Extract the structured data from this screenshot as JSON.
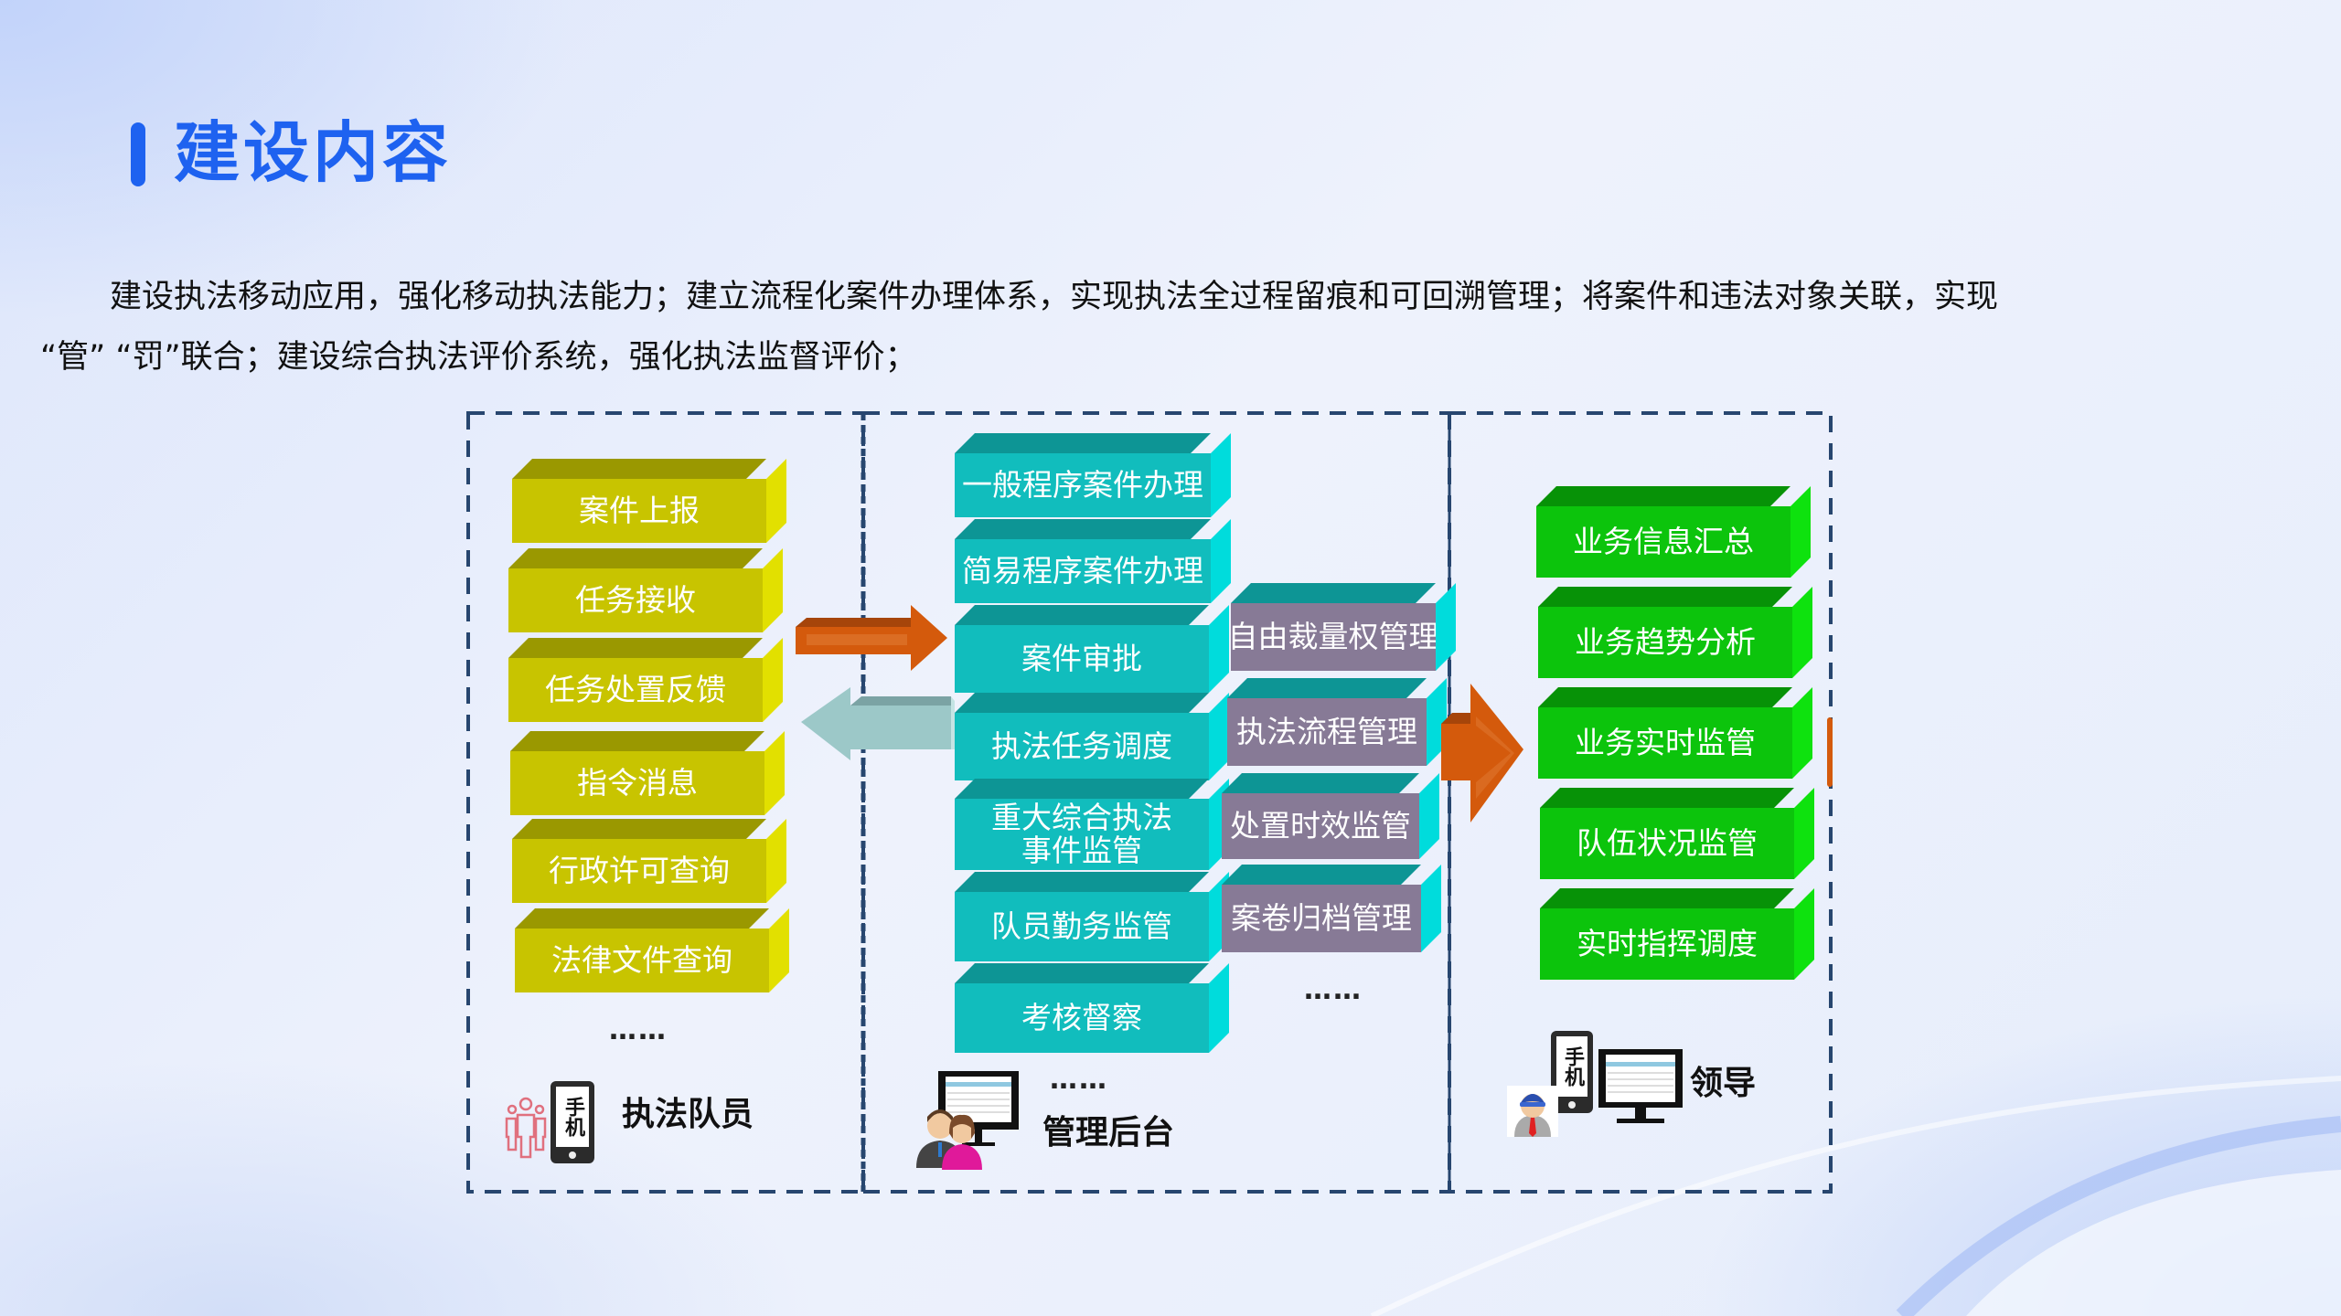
{
  "title": "建设内容",
  "description": {
    "line1": "建设执法移动应用，强化移动执法能力；建立流程化案件办理体系，实现执法全过程留痕和可回溯管理；将案件和违法对象关联，实现",
    "line2": "“管”  “罚”联合；建设综合执法评价系统，强化执法监督评价；"
  },
  "panels": {
    "officer": {
      "items": [
        "案件上报",
        "任务接收",
        "任务处置反馈",
        "指令消息",
        "行政许可查询",
        "法律文件查询"
      ],
      "ellipsis": "……",
      "phone_label": "手机",
      "role": "执法队员"
    },
    "backend": {
      "items_main": [
        "一般程序案件办理",
        "简易程序案件办理",
        "案件审批",
        "执法任务调度",
        "重大综合执法事件监管",
        "队员勤务监管",
        "考核督察"
      ],
      "items_side": [
        "自由裁量权管理",
        "执法流程管理",
        "处置时效监管",
        "案卷归档管理"
      ],
      "ellipsis_main": "……",
      "ellipsis_side": "……",
      "role": "管理后台"
    },
    "leader": {
      "items": [
        "业务信息汇总",
        "业务趋势分析",
        "业务实时监管",
        "队伍状况监管",
        "实时指挥调度"
      ],
      "phone_label": "手机",
      "role": "领导"
    }
  },
  "colors": {
    "title": "#1e62f0",
    "officer_box": "#c8c400",
    "backend_box": "#11bdbd",
    "backend_side_box": "#877a96",
    "leader_box": "#0cc40c",
    "arrow_orange": "#d45a0c",
    "arrow_teal": "#9cc8c8",
    "dashed_border": "#27466f"
  }
}
